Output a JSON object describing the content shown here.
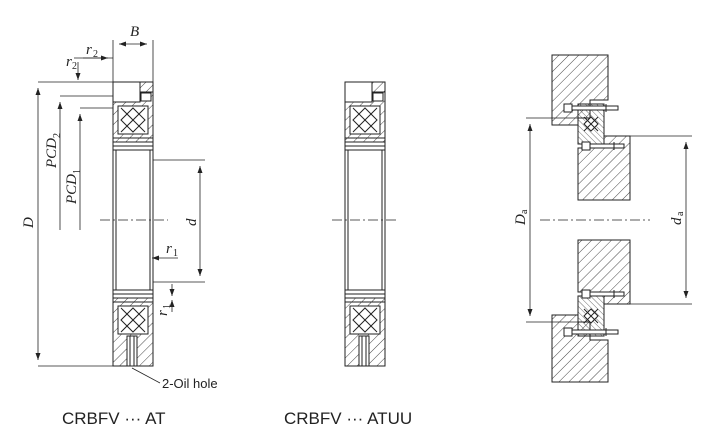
{
  "diagram": {
    "labels": {
      "B": "B",
      "r2": "r",
      "r2_sub": "2",
      "D": "D",
      "PCD2": "PCD",
      "PCD2_sub": "2",
      "PCD1": "PCD",
      "PCD1_sub": "1",
      "d": "d",
      "r1": "r",
      "r1_sub": "1",
      "Da": "D",
      "Da_sub": "a",
      "da": "d",
      "da_sub": "a"
    },
    "oil_hole_note": "2-Oil hole",
    "captions": {
      "left": "CRBFV ··· AT",
      "middle": "CRBFV ··· ATUU"
    },
    "colors": {
      "line": "#222222",
      "hatch": "#333333",
      "background": "#ffffff"
    }
  }
}
